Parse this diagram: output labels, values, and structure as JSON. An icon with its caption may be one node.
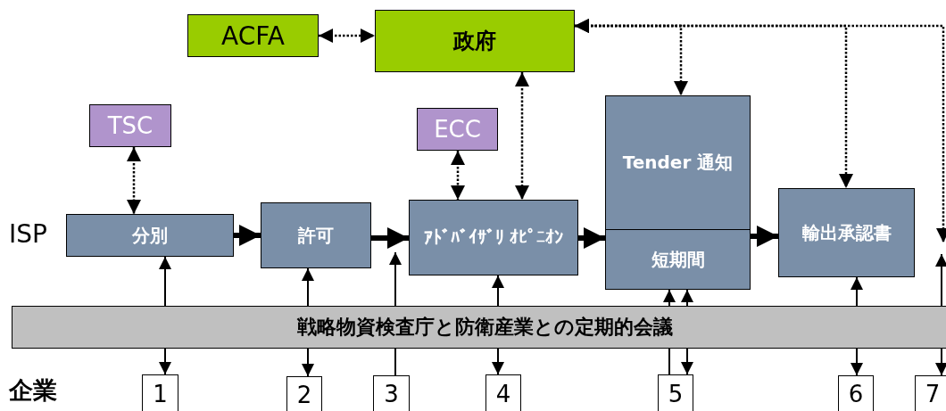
{
  "diagram": {
    "nodes": [
      {
        "text": [
          "ACFA"
        ]
      },
      {
        "text": [
          "政府"
        ]
      },
      {
        "text": [
          "TSC"
        ]
      },
      {
        "text": [
          "ECC"
        ]
      },
      {
        "text": [
          "分別"
        ]
      },
      {
        "text": [
          "許可"
        ]
      },
      {
        "text": [
          "ｱﾄﾞﾊﾞｲｻﾞﾘ ｵﾋﾟﾆｵﾝ"
        ]
      },
      {
        "text": [
          "Tender 通知"
        ]
      },
      {
        "text": [
          "短期間"
        ]
      },
      {
        "text": [
          "輸出承認書"
        ]
      },
      {
        "text": [
          "戦略物資検査庁と防衛産業との定期的会議"
        ]
      },
      {
        "text": [
          "1"
        ]
      },
      {
        "text": [
          "2"
        ]
      },
      {
        "text": [
          "3"
        ]
      },
      {
        "text": [
          "4"
        ]
      },
      {
        "text": [
          "5"
        ]
      },
      {
        "text": [
          "6"
        ]
      },
      {
        "text": [
          "7"
        ]
      }
    ],
    "edges": [
      {
        "from": 0,
        "to": 1,
        "arrow": "both",
        "style": "dashed"
      },
      {
        "from": 2,
        "to": 4,
        "arrow": "both",
        "style": "dashed"
      },
      {
        "from": 3,
        "to": 6,
        "arrow": "both",
        "style": "dashed"
      },
      {
        "from": 1,
        "to": 6,
        "arrow": "both",
        "style": "dashed"
      },
      {
        "from": 1,
        "to": 7,
        "arrow": "both",
        "style": "dashed"
      },
      {
        "from": 1,
        "to": 9,
        "arrow": "both",
        "style": "dashed"
      },
      {
        "from": 1,
        "to": null,
        "arrow": "both",
        "style": "dashed"
      },
      {
        "from": 4,
        "to": 5,
        "arrow": "to",
        "style": "thick"
      },
      {
        "from": 5,
        "to": 6,
        "arrow": "to",
        "style": "thick"
      },
      {
        "from": 6,
        "to": 8,
        "arrow": "to",
        "style": "thick"
      },
      {
        "from": 8,
        "to": 9,
        "arrow": "to",
        "style": "thick"
      },
      {
        "from": 10,
        "to": 4,
        "arrow": "to"
      },
      {
        "from": 10,
        "to": 11,
        "arrow": "to"
      },
      {
        "from": 10,
        "to": 5,
        "arrow": "to"
      },
      {
        "from": 10,
        "to": 12,
        "arrow": "to"
      },
      {
        "from": 13,
        "to": 10,
        "arrow": "none"
      },
      {
        "from": 10,
        "to": 6,
        "arrow": "to"
      },
      {
        "from": 15,
        "to": 10,
        "arrow": "none"
      },
      {
        "from": 10,
        "to": 8,
        "arrow": "to"
      },
      {
        "from": 10,
        "to": 15,
        "arrow": "to"
      },
      {
        "from": 10,
        "to": 8,
        "arrow": "to"
      },
      {
        "from": 10,
        "to": 14,
        "arrow": "to"
      },
      {
        "from": 10,
        "to": 6,
        "arrow": "to"
      },
      {
        "from": 10,
        "to": 16,
        "arrow": "to"
      },
      {
        "from": 10,
        "to": 9,
        "arrow": "to"
      },
      {
        "from": 10,
        "to": 17,
        "arrow": "to"
      },
      {
        "from": 10,
        "to": null,
        "arrow": "to"
      }
    ],
    "labels": [
      "ISP",
      "企業"
    ]
  }
}
